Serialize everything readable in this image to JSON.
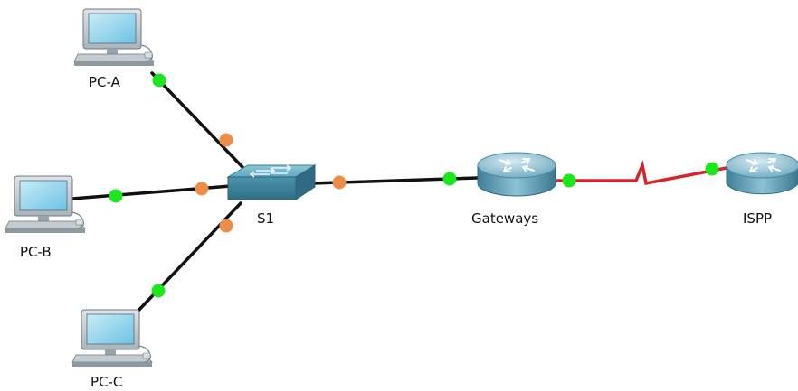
{
  "devices": [
    {
      "id": "pc_a",
      "type": "pc",
      "label": "PC-A"
    },
    {
      "id": "pc_b",
      "type": "pc",
      "label": "PC-B"
    },
    {
      "id": "pc_c",
      "type": "pc",
      "label": "PC-C"
    },
    {
      "id": "s1",
      "type": "switch",
      "label": "S1"
    },
    {
      "id": "gateways",
      "type": "router",
      "label": "Gateways"
    },
    {
      "id": "ispp",
      "type": "router",
      "label": "ISPP"
    }
  ],
  "links": [
    {
      "from": "PC-A",
      "to": "S1",
      "type": "copper",
      "from_status": "up",
      "to_status": "blocking"
    },
    {
      "from": "PC-B",
      "to": "S1",
      "type": "copper",
      "from_status": "up",
      "to_status": "blocking"
    },
    {
      "from": "PC-C",
      "to": "S1",
      "type": "copper",
      "from_status": "up",
      "to_status": "blocking"
    },
    {
      "from": "S1",
      "to": "Gateways",
      "type": "copper",
      "from_status": "blocking",
      "to_status": "up"
    },
    {
      "from": "Gateways",
      "to": "ISPP",
      "type": "serial",
      "from_status": "up",
      "to_status": "up"
    }
  ],
  "colors": {
    "link_up": "#1ce61c",
    "link_blocking": "#ef8c4a",
    "serial": "#d8232a",
    "copper": "#111111"
  }
}
